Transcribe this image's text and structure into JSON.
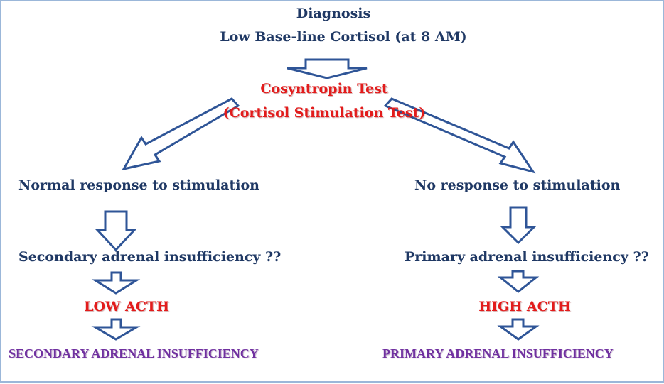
{
  "diagram": {
    "title_line1": "Diagnosis",
    "title_line2": "Low Base-line Cortisol (at 8 AM)",
    "test_name": "Cosyntropin Test",
    "test_subtitle": "(Cortisol Stimulation Test)",
    "left": {
      "response": "Normal response to stimulation",
      "suspect": "Secondary  adrenal insufficiency ??",
      "acth": "LOW ACTH",
      "conclusion": "SECONDARY ADRENAL INSUFFICIENCY"
    },
    "right": {
      "response": "No response to stimulation",
      "suspect": "Primary adrenal insufficiency ??",
      "acth": "HIGH  ACTH",
      "conclusion": "PRIMARY ADRENAL INSUFFICIENCY"
    }
  },
  "colors": {
    "navy": "#1f3864",
    "red": "#e31b1b",
    "purple": "#7030a0",
    "arrow_stroke": "#2f5597",
    "border": "#9bb7d9"
  }
}
